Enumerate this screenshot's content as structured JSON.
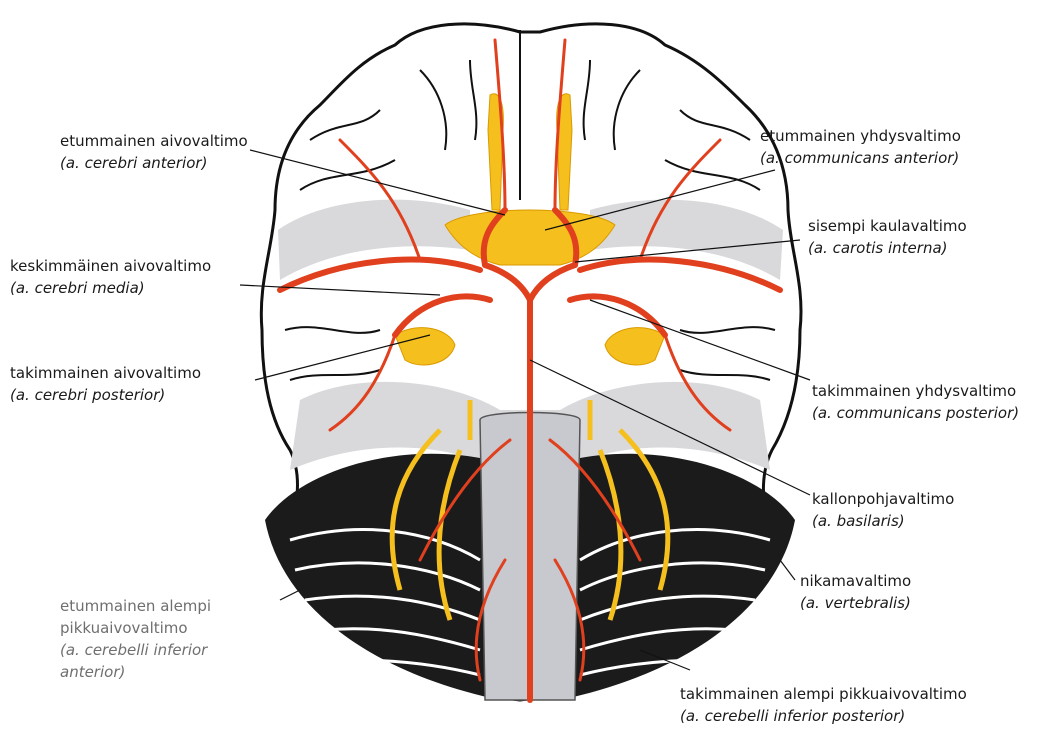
{
  "labels": {
    "aca": {
      "name": "etummainen aivovaltimo",
      "latin": "(a. cerebri anterior)"
    },
    "acom": {
      "name": "etummainen yhdysvaltimo",
      "latin": "(a. communicans anterior)"
    },
    "ica": {
      "name": "sisempi kaulavaltimo",
      "latin": "(a. carotis interna)"
    },
    "mca": {
      "name": "keskimmäinen aivovaltimo",
      "latin": "(a. cerebri media)"
    },
    "pca": {
      "name": "takimmainen aivovaltimo",
      "latin": "(a. cerebri posterior)"
    },
    "pcom": {
      "name": "takimmainen yhdysvaltimo",
      "latin": "(a. communicans posterior)"
    },
    "basilar": {
      "name": "kallonpohjavaltimo",
      "latin": "(a. basilaris)"
    },
    "vertebral": {
      "name": "nikamavaltimo",
      "latin": "(a. vertebralis)"
    },
    "aica": {
      "name_1": "etummainen alempi",
      "name_2": "pikkuaivovaltimo",
      "latin_1": "(a. cerebelli inferior",
      "latin_2": "anterior)"
    },
    "pica": {
      "name": "takimmainen alempi pikkuaivovaltimo",
      "latin": "(a. cerebelli inferior posterior)"
    }
  },
  "colors": {
    "artery": "#e0401e",
    "artery_light": "#f26a2a",
    "nerve": "#f5bf1e",
    "grey_matter": "#d9d9dc",
    "outline": "#111111"
  }
}
